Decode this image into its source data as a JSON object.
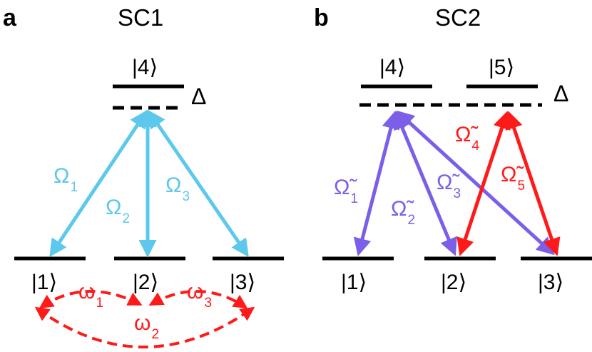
{
  "colors": {
    "black": "#000000",
    "cyan": "#5bc8ec",
    "purple": "#7b5fe8",
    "red": "#ff1a1a"
  },
  "panel_a": {
    "letter": "a",
    "title": "SC1",
    "top_state": "|4⟩",
    "detuning": "Δ",
    "ground_states": [
      "|1⟩",
      "|2⟩",
      "|3⟩"
    ],
    "couplings": [
      {
        "symbol": "Ω",
        "sub": "1"
      },
      {
        "symbol": "Ω",
        "sub": "2"
      },
      {
        "symbol": "Ω",
        "sub": "3"
      }
    ],
    "transitions": [
      {
        "symbol": "ω",
        "sub": "1"
      },
      {
        "symbol": "ω",
        "sub": "2"
      },
      {
        "symbol": "ω",
        "sub": "3"
      }
    ]
  },
  "panel_b": {
    "letter": "b",
    "title": "SC2",
    "top_states": [
      "|4⟩",
      "|5⟩"
    ],
    "detuning": "Δ",
    "ground_states": [
      "|1⟩",
      "|2⟩",
      "|3⟩"
    ],
    "couplings": [
      {
        "symbol": "Ω̃",
        "sub": "1"
      },
      {
        "symbol": "Ω̃",
        "sub": "2"
      },
      {
        "symbol": "Ω̃",
        "sub": "3"
      },
      {
        "symbol": "Ω̃",
        "sub": "4"
      },
      {
        "symbol": "Ω̃",
        "sub": "5"
      }
    ]
  }
}
